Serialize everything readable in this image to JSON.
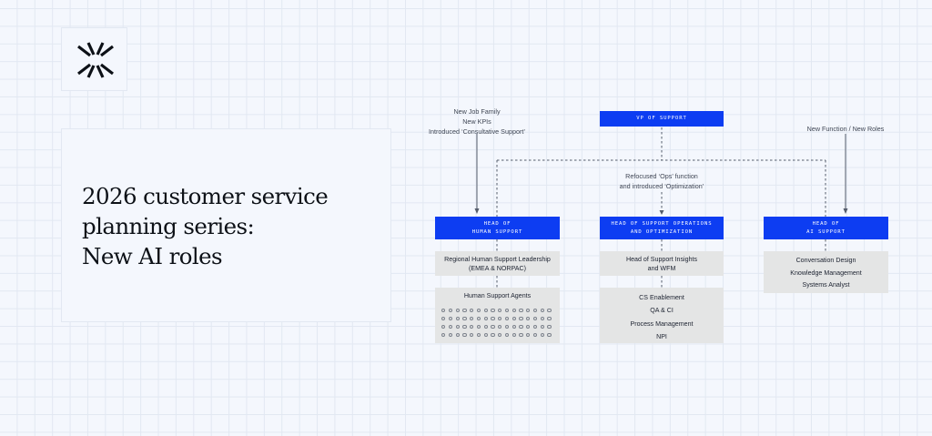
{
  "title": {
    "lines": [
      "2026 customer service",
      "planning series:",
      "New AI roles"
    ]
  },
  "logo": {
    "icon": "brand-burst-icon"
  },
  "org_chart": {
    "vp": "VP OF SUPPORT",
    "annotations": {
      "human": [
        "New Job Family",
        "New KPIs",
        "Introduced ‘Consultative Support’"
      ],
      "ops": [
        "Refocused ‘Ops’ function",
        "and introduced ‘Optimization’"
      ],
      "ai": [
        "New Function / New Roles"
      ]
    },
    "heads": {
      "human": [
        "HEAD OF",
        "HUMAN SUPPORT"
      ],
      "ops": [
        "HEAD OF SUPPORT OPERATIONS",
        "AND OPTIMIZATION"
      ],
      "ai": [
        "HEAD OF",
        "AI SUPPORT"
      ]
    },
    "human_branch": {
      "leadership": [
        "Regional Human Support Leadership",
        "(EMEA & NORPAC)"
      ],
      "agents": "Human Support Agents",
      "agent_count": 64
    },
    "ops_branch": {
      "insights": [
        "Head of Support Insights",
        "and WFM"
      ],
      "teams": [
        "CS Enablement",
        "QA & CI",
        "Process Management",
        "NPI"
      ]
    },
    "ai_branch": {
      "roles": [
        "Conversation Design",
        "Knowledge Management",
        "Systems Analyst"
      ]
    }
  }
}
